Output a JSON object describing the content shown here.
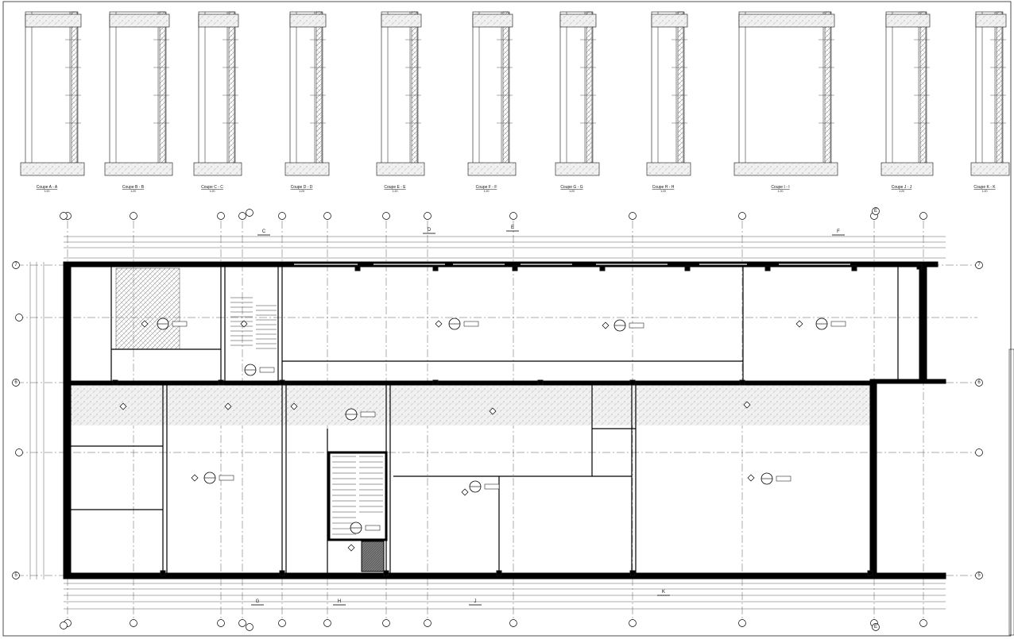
{
  "sections": [
    {
      "title": "Coupe A - A",
      "scale": "1:20"
    },
    {
      "title": "Coupe B - B",
      "scale": "1:20"
    },
    {
      "title": "Coupe C - C",
      "scale": "1:20"
    },
    {
      "title": "Coupe D - D",
      "scale": "1:20"
    },
    {
      "title": "Coupe E - E",
      "scale": "1:20"
    },
    {
      "title": "Coupe F - F",
      "scale": "1:20"
    },
    {
      "title": "Coupe G - G",
      "scale": "1:20"
    },
    {
      "title": "Coupe H - H",
      "scale": "1:20"
    },
    {
      "title": "Coupe I - I",
      "scale": "1:20"
    },
    {
      "title": "Coupe J - J",
      "scale": "1:20"
    },
    {
      "title": "Coupe K - K",
      "scale": "1:20"
    }
  ],
  "grid_rows": [
    "7",
    "6",
    "5"
  ],
  "grid_cols": [
    "E"
  ],
  "section_markers": [
    "C",
    "D",
    "E",
    "F",
    "J",
    "K",
    "G",
    "H"
  ]
}
